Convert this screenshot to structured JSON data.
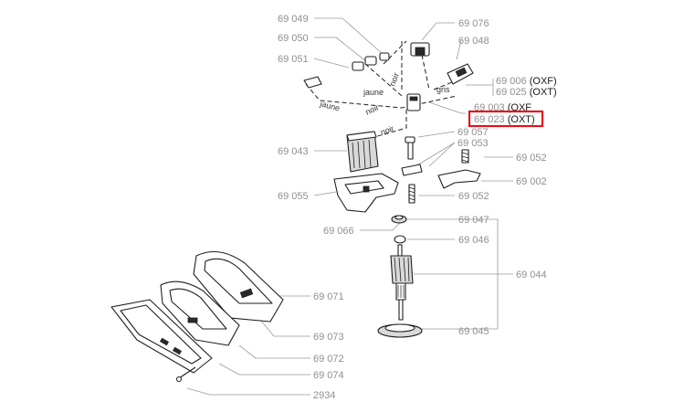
{
  "labels": {
    "p69049": "69 049",
    "p69050": "69 050",
    "p69051": "69 051",
    "p69076": "69 076",
    "p69048": "69 048",
    "p69006": "69 006",
    "p69006_suffix": "(OXF)",
    "p69025": "69 025",
    "p69025_suffix": "(OXT)",
    "p69003": "69 003",
    "p69003_suffix": "(OXF",
    "p69023": "69 023",
    "p69023_suffix": "(OXT)",
    "p69057": "69 057",
    "p69053": "69 053",
    "p69043": "69 043",
    "p69052a": "69 052",
    "p69002": "69 002",
    "p69055": "69 055",
    "p69052b": "69 052",
    "p69066": "69 066",
    "p69047": "69 047",
    "p69046": "69 046",
    "p69044": "69 044",
    "p69071": "69 071",
    "p69073": "69 073",
    "p69072": "69 072",
    "p69045": "69 045",
    "p69074": "69 074",
    "p2934": "2934"
  },
  "wire_labels": {
    "jaune_top": "jaune",
    "noir_top": "noir",
    "gris": "gris",
    "jaune_left": "jaune",
    "noir_mid": "noir",
    "noir_low": "noir"
  },
  "highlight_color": "#e0151b"
}
